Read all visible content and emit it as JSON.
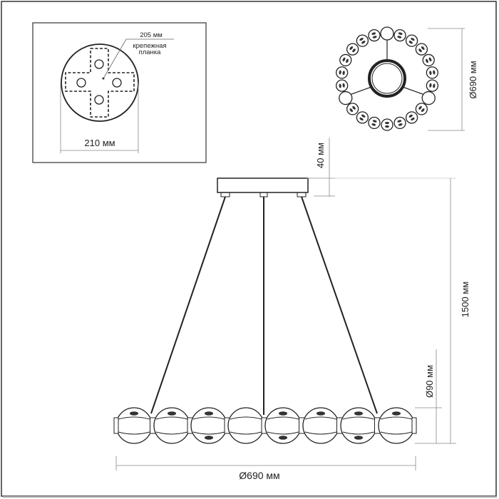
{
  "mount_detail": {
    "plate_size": "205 мм",
    "plate_label_line1": "крепежная",
    "plate_label_line2": "планка",
    "canopy_diameter": "210 мм"
  },
  "dimensions": {
    "top_view_diameter": "Ø690 мм",
    "canopy_height": "40 мм",
    "total_height": "1500 мм",
    "bead_diameter": "Ø90 мм",
    "bottom_diameter": "Ø690 мм"
  },
  "colors": {
    "line": "#222222",
    "dim": "#555555"
  }
}
